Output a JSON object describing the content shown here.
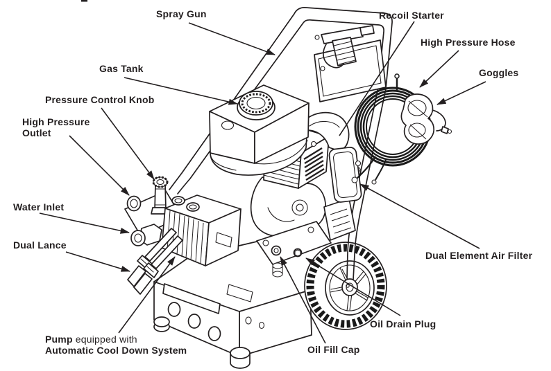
{
  "diagram": {
    "ink_color": "#231f20",
    "background_color": "#ffffff",
    "labels": {
      "spray_gun": "Spray Gun",
      "recoil_starter": "Recoil Starter",
      "high_pressure_hose": "High Pressure Hose",
      "goggles": "Goggles",
      "gas_tank": "Gas Tank",
      "pressure_control_knob": "Pressure Control Knob",
      "high_pressure_outlet_line1": "High Pressure",
      "high_pressure_outlet_line2": "Outlet",
      "water_inlet": "Water Inlet",
      "dual_lance": "Dual Lance",
      "pump_line1_bold": "Pump",
      "pump_line1_rest": " equipped with",
      "pump_line2": "Automatic Cool Down System",
      "oil_fill_cap": "Oil Fill Cap",
      "oil_drain_plug": "Oil Drain Plug",
      "dual_element_air_filter": "Dual Element Air Filter"
    }
  }
}
